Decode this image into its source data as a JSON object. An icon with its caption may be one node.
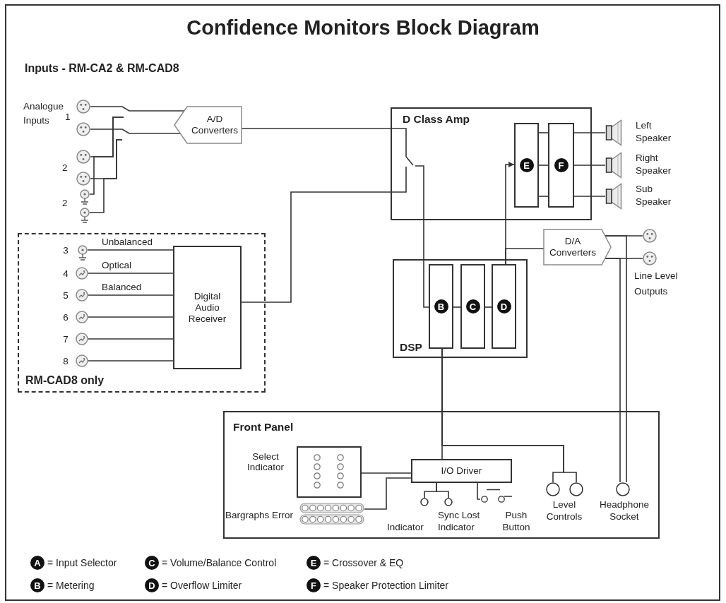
{
  "diagram": {
    "title": "Confidence Monitors Block Diagram",
    "nodes": [
      {
        "text": [],
        "shape": "circle"
      },
      {
        "text": [],
        "shape": "circle"
      },
      {
        "text": [],
        "shape": "circle"
      },
      {
        "text": [],
        "shape": "circle"
      },
      {
        "text": [],
        "shape": "circle"
      },
      {
        "text": [],
        "shape": "circle"
      },
      {
        "text": [
          "A/D Converters"
        ]
      },
      {
        "text": [
          "D Class Amp"
        ]
      },
      {
        "text": [],
        "shape": "switch",
        "in": 7
      },
      {
        "text": [
          "E"
        ],
        "in": 7
      },
      {
        "text": [
          "F"
        ],
        "in": 7
      },
      {
        "text": [],
        "shape": "picture",
        "beside": [
          "Left Speaker"
        ]
      },
      {
        "text": [],
        "shape": "picture",
        "beside": [
          "Right Speaker"
        ]
      },
      {
        "text": [],
        "shape": "picture",
        "beside": [
          "Sub Speaker"
        ]
      },
      {
        "text": [
          "D/A Converters"
        ]
      },
      {
        "text": [],
        "shape": "circle"
      },
      {
        "text": [],
        "shape": "circle"
      },
      {
        "text": [
          "RM-CAD8 only"
        ]
      },
      {
        "text": [],
        "shape": "circle",
        "in": 17,
        "beside": [
          "3"
        ]
      },
      {
        "text": [],
        "shape": "circle",
        "in": 17,
        "beside": [
          "4"
        ]
      },
      {
        "text": [],
        "shape": "circle",
        "in": 17,
        "beside": [
          "5"
        ]
      },
      {
        "text": [],
        "shape": "circle",
        "in": 17,
        "beside": [
          "6"
        ]
      },
      {
        "text": [],
        "shape": "circle",
        "in": 17,
        "beside": [
          "7"
        ]
      },
      {
        "text": [],
        "shape": "circle",
        "in": 17,
        "beside": [
          "8"
        ]
      },
      {
        "text": [
          "Digital Audio Receiver"
        ],
        "in": 17
      },
      {
        "text": [
          "DSP"
        ]
      },
      {
        "text": [
          "B"
        ],
        "in": 25
      },
      {
        "text": [
          "C"
        ],
        "in": 25
      },
      {
        "text": [
          "D"
        ],
        "in": 25
      },
      {
        "text": [
          "Front Panel"
        ]
      },
      {
        "text": [],
        "shape": "box",
        "in": 29,
        "beside": [
          "Select Indicator"
        ]
      },
      {
        "text": [
          "I/O Driver"
        ],
        "in": 29
      },
      {
        "text": [],
        "shape": "bar",
        "in": 29,
        "beside": [
          "Bargraphs Error"
        ]
      },
      {
        "text": [],
        "shape": "circle",
        "in": 29,
        "beside": [
          "Indicator"
        ]
      },
      {
        "text": [],
        "shape": "circle",
        "in": 29,
        "beside": [
          "Sync Lost Indicator"
        ]
      },
      {
        "text": [],
        "shape": "switch",
        "in": 29,
        "beside": [
          "Push Button"
        ]
      },
      {
        "text": [],
        "shape": "circle",
        "in": 29
      },
      {
        "text": [],
        "shape": "circle",
        "in": 29
      },
      {
        "text": [],
        "shape": "circle",
        "in": 29,
        "beside": [
          "Headphone Socket"
        ]
      }
    ],
    "edges": [
      {
        "from": 0,
        "to": 6,
        "arrow": "none"
      },
      {
        "from": 1,
        "to": 6,
        "arrow": "none"
      },
      {
        "from": 2,
        "to": null,
        "arrow": "none"
      },
      {
        "from": 4,
        "to": null,
        "arrow": "none"
      },
      {
        "from": 3,
        "to": null,
        "arrow": "none"
      },
      {
        "from": 5,
        "to": null,
        "arrow": "none"
      },
      {
        "from": 6,
        "to": 8,
        "arrow": "none"
      },
      {
        "from": 24,
        "to": 8,
        "arrow": "none"
      },
      {
        "from": 8,
        "to": 26,
        "arrow": "none"
      },
      {
        "from": 26,
        "to": 27,
        "arrow": "none"
      },
      {
        "from": 27,
        "to": 28,
        "arrow": "none"
      },
      {
        "from": 28,
        "to": 9,
        "arrow": "to"
      },
      {
        "from": 28,
        "to": 14,
        "arrow": "none"
      },
      {
        "from": 9,
        "to": 10,
        "arrow": "none"
      },
      {
        "from": 9,
        "to": 10,
        "arrow": "none"
      },
      {
        "from": 9,
        "to": 10,
        "arrow": "none"
      },
      {
        "from": 10,
        "to": 11,
        "arrow": "none"
      },
      {
        "from": 10,
        "to": 12,
        "arrow": "none"
      },
      {
        "from": 10,
        "to": 13,
        "arrow": "none"
      },
      {
        "from": 14,
        "to": 15,
        "arrow": "none"
      },
      {
        "from": 14,
        "to": 16,
        "arrow": "none"
      },
      {
        "from": 14,
        "to": 38,
        "arrow": "none"
      },
      {
        "from": 14,
        "to": 38,
        "arrow": "none"
      },
      {
        "from": 18,
        "to": 24,
        "arrow": "none",
        "label": "Unbalanced"
      },
      {
        "from": 19,
        "to": 24,
        "arrow": "none",
        "label": "Optical"
      },
      {
        "from": 20,
        "to": 24,
        "arrow": "none",
        "label": "Balanced"
      },
      {
        "from": 21,
        "to": 24,
        "arrow": "none"
      },
      {
        "from": 22,
        "to": 24,
        "arrow": "none"
      },
      {
        "from": 23,
        "to": 24,
        "arrow": "none"
      },
      {
        "from": 26,
        "to": 31,
        "arrow": "none"
      },
      {
        "from": 26,
        "to": 36,
        "arrow": "none"
      },
      {
        "from": 26,
        "to": 37,
        "arrow": "none"
      },
      {
        "from": 31,
        "to": 30,
        "arrow": "none"
      },
      {
        "from": 31,
        "to": 32,
        "arrow": "none"
      },
      {
        "from": 31,
        "to": 33,
        "arrow": "none"
      },
      {
        "from": 31,
        "to": 34,
        "arrow": "none"
      },
      {
        "from": 31,
        "to": 35,
        "arrow": "none"
      }
    ],
    "labels": [
      "Inputs - RM-CA2 & RM-CAD8",
      "Analogue Inputs",
      "1",
      "2",
      "2",
      "Line Level Outputs",
      "Level Controls"
    ],
    "legend": [
      {
        "text": "A = Input Selector"
      },
      {
        "text": "C = Volume/Balance Control"
      },
      {
        "text": "E = Crossover & EQ"
      },
      {
        "text": "B = Metering"
      },
      {
        "text": "D = Overflow Limiter"
      },
      {
        "text": "F = Speaker Protection Limiter"
      }
    ]
  }
}
